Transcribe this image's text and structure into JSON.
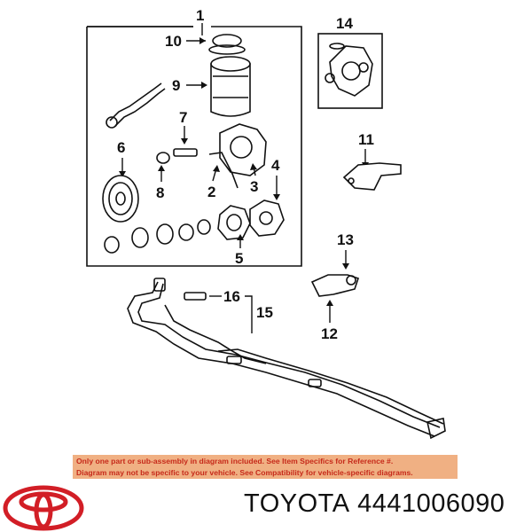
{
  "callouts": {
    "c1": "1",
    "c2": "2",
    "c3": "3",
    "c4": "4",
    "c5": "5",
    "c6": "6",
    "c7": "7",
    "c8": "8",
    "c9": "9",
    "c10": "10",
    "c11": "11",
    "c12": "12",
    "c13": "13",
    "c14": "14",
    "c15": "15",
    "c16": "16"
  },
  "notice": {
    "line1": "Only one part or sub-assembly in diagram included. See Item Specifics for Reference #.",
    "line2": "Diagram may not be specific to your vehicle. See Compatibility for vehicle-specific diagrams."
  },
  "footer": {
    "brand": "TOYOTA",
    "part_number": "4441006090"
  },
  "colors": {
    "notice_bg": "#f0b083",
    "notice_text": "#c62a1a",
    "logo_red": "#d21e26"
  },
  "icons": {
    "logo": "toyota-logo"
  }
}
